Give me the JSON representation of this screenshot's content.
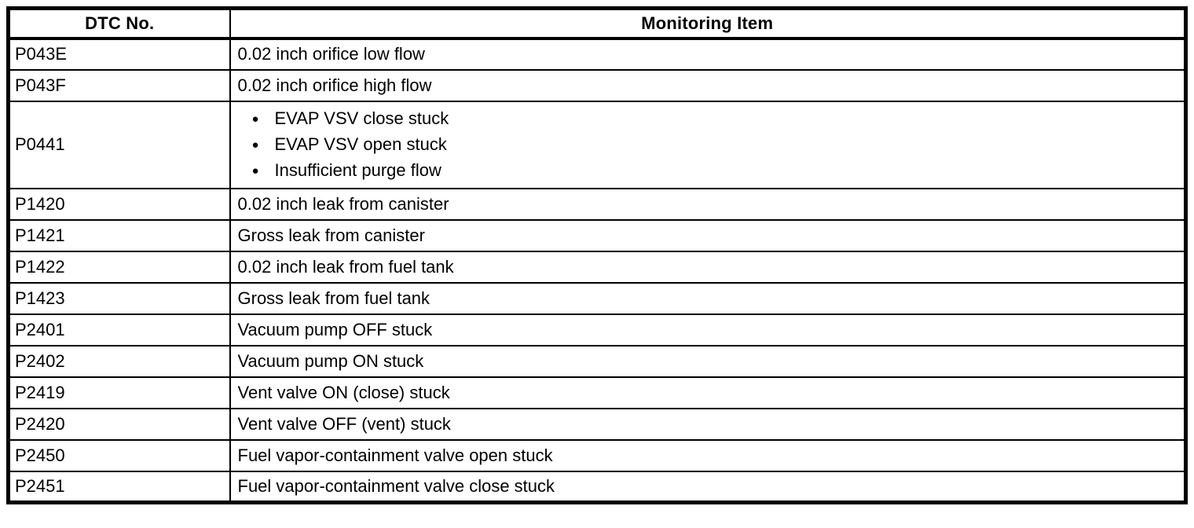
{
  "page": {
    "background": "#ffffff"
  },
  "table": {
    "title": "DTC monitoring table",
    "colors": {
      "border": "#000000",
      "text": "#000000",
      "background": "#ffffff"
    },
    "columns": [
      {
        "key": "dtc",
        "label": "DTC No."
      },
      {
        "key": "item",
        "label": "Monitoring Item"
      }
    ],
    "rows": [
      {
        "dtc": "P043E",
        "bulleted": false,
        "items": [
          "0.02 inch orifice low flow"
        ]
      },
      {
        "dtc": "P043F",
        "bulleted": false,
        "items": [
          "0.02 inch orifice high flow"
        ]
      },
      {
        "dtc": "P0441",
        "bulleted": true,
        "items": [
          "EVAP VSV close stuck",
          "EVAP VSV open stuck",
          "Insufficient purge flow"
        ]
      },
      {
        "dtc": "P1420",
        "bulleted": false,
        "items": [
          "0.02 inch leak from canister"
        ]
      },
      {
        "dtc": "P1421",
        "bulleted": false,
        "items": [
          "Gross leak from canister"
        ]
      },
      {
        "dtc": "P1422",
        "bulleted": false,
        "items": [
          "0.02 inch leak from fuel tank"
        ]
      },
      {
        "dtc": "P1423",
        "bulleted": false,
        "items": [
          "Gross leak from fuel tank"
        ]
      },
      {
        "dtc": "P2401",
        "bulleted": false,
        "items": [
          "Vacuum pump OFF stuck"
        ]
      },
      {
        "dtc": "P2402",
        "bulleted": false,
        "items": [
          "Vacuum pump ON stuck"
        ]
      },
      {
        "dtc": "P2419",
        "bulleted": false,
        "items": [
          "Vent valve ON (close) stuck"
        ]
      },
      {
        "dtc": "P2420",
        "bulleted": false,
        "items": [
          "Vent valve OFF (vent) stuck"
        ]
      },
      {
        "dtc": "P2450",
        "bulleted": false,
        "items": [
          "Fuel vapor-containment valve open stuck"
        ]
      },
      {
        "dtc": "P2451",
        "bulleted": false,
        "items": [
          "Fuel vapor-containment valve close stuck"
        ]
      }
    ],
    "bullet_icon": "●"
  }
}
